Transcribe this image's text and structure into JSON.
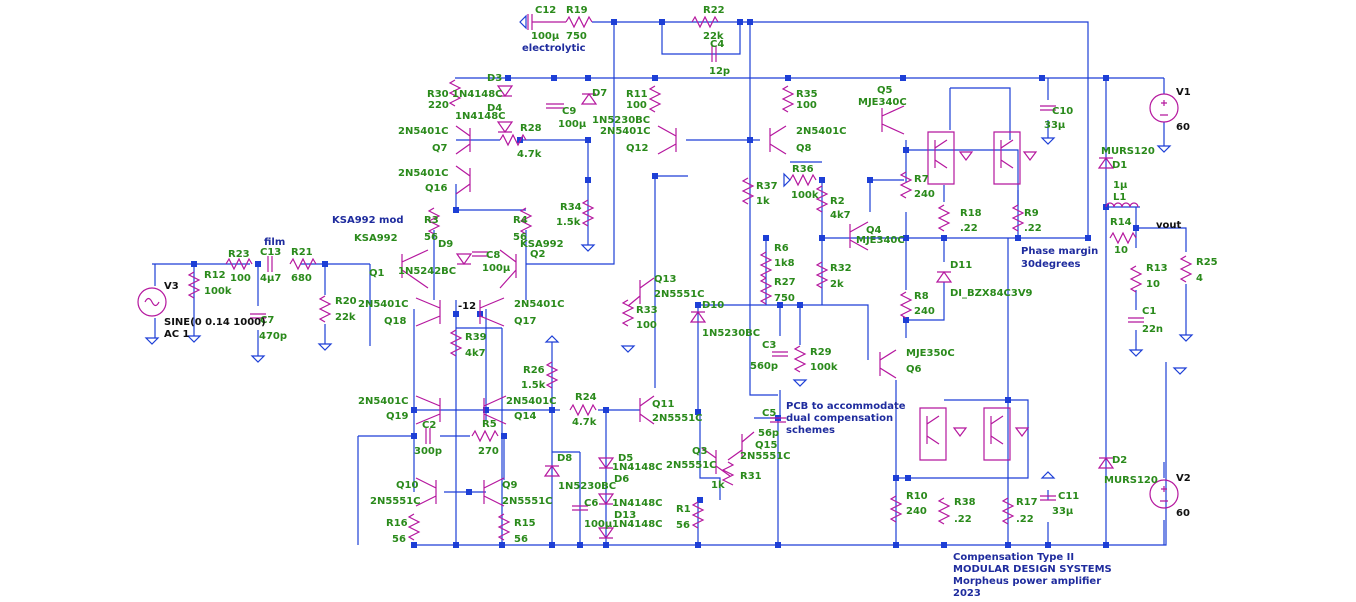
{
  "title_block": {
    "line1": "Compensation Type II",
    "line2": "MODULAR DESIGN SYSTEMS",
    "line3": "Morpheus power amplifier",
    "line4": "2023"
  },
  "notes": {
    "electrolytic": "electrolytic",
    "film": "film",
    "ksa992_mod": "KSA992 mod",
    "pcb_1": "PCB to accommodate",
    "pcb_2": "dual compensation",
    "pcb_3": "schemes",
    "phase_1": "Phase margin",
    "phase_2": "30degrees",
    "vout": "vout",
    "node_12": "-12"
  },
  "sources": {
    "v3_name": "V3",
    "v3_val1": "SINE(0 0.14 1000)",
    "v3_val2": "AC 1",
    "v1_name": "V1",
    "v1_val": "60",
    "v2_name": "V2",
    "v2_val": "60"
  },
  "labels": [
    {
      "id": "c12n",
      "text": "C12"
    },
    {
      "id": "c12v",
      "text": "100µ"
    },
    {
      "id": "r19n",
      "text": "R19"
    },
    {
      "id": "r19v",
      "text": "750"
    },
    {
      "id": "r22n",
      "text": "R22"
    },
    {
      "id": "r22v",
      "text": "22k"
    },
    {
      "id": "c4n",
      "text": "C4"
    },
    {
      "id": "c4v",
      "text": "12p"
    },
    {
      "id": "d3",
      "text": "D3"
    },
    {
      "id": "r30n",
      "text": "R30"
    },
    {
      "id": "d3v",
      "text": "1N4148C"
    },
    {
      "id": "r30v",
      "text": "220"
    },
    {
      "id": "d4",
      "text": "D4"
    },
    {
      "id": "d4v",
      "text": "1N4148C"
    },
    {
      "id": "c9n",
      "text": "C9"
    },
    {
      "id": "c9v",
      "text": "100µ"
    },
    {
      "id": "d7n",
      "text": "D7"
    },
    {
      "id": "d7v",
      "text": "1N5230BC"
    },
    {
      "id": "r11n",
      "text": "R11"
    },
    {
      "id": "r11v",
      "text": "100"
    },
    {
      "id": "q12t",
      "text": "2N5401C"
    },
    {
      "id": "q12",
      "text": "Q12"
    },
    {
      "id": "r35n",
      "text": "R35"
    },
    {
      "id": "r35v",
      "text": "100"
    },
    {
      "id": "q8t",
      "text": "2N5401C"
    },
    {
      "id": "q8",
      "text": "Q8"
    },
    {
      "id": "q5",
      "text": "Q5"
    },
    {
      "id": "q5t",
      "text": "MJE340C"
    },
    {
      "id": "c10n",
      "text": "C10"
    },
    {
      "id": "c10v",
      "text": "33µ"
    },
    {
      "id": "r28n",
      "text": "R28"
    },
    {
      "id": "r28v",
      "text": "4.7k"
    },
    {
      "id": "q7t",
      "text": "2N5401C"
    },
    {
      "id": "q7",
      "text": "Q7"
    },
    {
      "id": "q16t",
      "text": "2N5401C"
    },
    {
      "id": "q16",
      "text": "Q16"
    },
    {
      "id": "r36n",
      "text": "R36"
    },
    {
      "id": "r36v",
      "text": "100k"
    },
    {
      "id": "r37n",
      "text": "R37"
    },
    {
      "id": "r37v",
      "text": "1k"
    },
    {
      "id": "r2n",
      "text": "R2"
    },
    {
      "id": "r2v",
      "text": "4k7"
    },
    {
      "id": "r7n",
      "text": "R7"
    },
    {
      "id": "r7v",
      "text": "240"
    },
    {
      "id": "d1t",
      "text": "MURS120"
    },
    {
      "id": "d1n",
      "text": "D1"
    },
    {
      "id": "l1v",
      "text": "1µ"
    },
    {
      "id": "l1n",
      "text": "L1"
    },
    {
      "id": "r34n",
      "text": "R34"
    },
    {
      "id": "r34v",
      "text": "1.5k"
    },
    {
      "id": "r3n",
      "text": "R3"
    },
    {
      "id": "r3v",
      "text": "56"
    },
    {
      "id": "r4n",
      "text": "R4"
    },
    {
      "id": "r4v",
      "text": "56"
    },
    {
      "id": "ksa1",
      "text": "KSA992"
    },
    {
      "id": "ksa2",
      "text": "KSA992"
    },
    {
      "id": "r18n",
      "text": "R18"
    },
    {
      "id": "r18v",
      "text": ".22"
    },
    {
      "id": "r9n",
      "text": "R9"
    },
    {
      "id": "r9v",
      "text": ".22"
    },
    {
      "id": "r14n",
      "text": "R14"
    },
    {
      "id": "r14v",
      "text": "10"
    },
    {
      "id": "q4",
      "text": "Q4"
    },
    {
      "id": "q4t",
      "text": "MJE340C"
    },
    {
      "id": "d9",
      "text": "D9"
    },
    {
      "id": "c8n",
      "text": "C8"
    },
    {
      "id": "c8v",
      "text": "100µ"
    },
    {
      "id": "r6n",
      "text": "R6"
    },
    {
      "id": "r6v",
      "text": "1k8"
    },
    {
      "id": "r23n",
      "text": "R23"
    },
    {
      "id": "r23v",
      "text": "100"
    },
    {
      "id": "c13n",
      "text": "C13"
    },
    {
      "id": "c13v",
      "text": "4µ7"
    },
    {
      "id": "r21n",
      "text": "R21"
    },
    {
      "id": "r21v",
      "text": "680"
    },
    {
      "id": "r12n",
      "text": "R12"
    },
    {
      "id": "r12v",
      "text": "100k"
    },
    {
      "id": "q1",
      "text": "Q1"
    },
    {
      "id": "d9v",
      "text": "1N5242BC"
    },
    {
      "id": "q2",
      "text": "Q2"
    },
    {
      "id": "q13",
      "text": "Q13"
    },
    {
      "id": "q13t",
      "text": "2N5551C"
    },
    {
      "id": "d11",
      "text": "D11"
    },
    {
      "id": "d11v",
      "text": "DI_BZX84C3V9"
    },
    {
      "id": "r13n",
      "text": "R13"
    },
    {
      "id": "r13v",
      "text": "10"
    },
    {
      "id": "r27n",
      "text": "R27"
    },
    {
      "id": "r27v",
      "text": "750"
    },
    {
      "id": "r32n",
      "text": "R32"
    },
    {
      "id": "r32v",
      "text": "2k"
    },
    {
      "id": "r20n",
      "text": "R20"
    },
    {
      "id": "r20v",
      "text": "22k"
    },
    {
      "id": "q18t",
      "text": "2N5401C"
    },
    {
      "id": "q18",
      "text": "Q18"
    },
    {
      "id": "q17t",
      "text": "2N5401C"
    },
    {
      "id": "q17",
      "text": "Q17"
    },
    {
      "id": "r33n",
      "text": "R33"
    },
    {
      "id": "r33v",
      "text": "100"
    },
    {
      "id": "d10",
      "text": "D10"
    },
    {
      "id": "d10v",
      "text": "1N5230BC"
    },
    {
      "id": "r8n",
      "text": "R8"
    },
    {
      "id": "r8v",
      "text": "240"
    },
    {
      "id": "c1n",
      "text": "C1"
    },
    {
      "id": "c1v",
      "text": "22n"
    },
    {
      "id": "c7n",
      "text": "C7"
    },
    {
      "id": "c7v",
      "text": "470p"
    },
    {
      "id": "r39n",
      "text": "R39"
    },
    {
      "id": "r39v",
      "text": "4k7"
    },
    {
      "id": "c3n",
      "text": "C3"
    },
    {
      "id": "c3v",
      "text": "560p"
    },
    {
      "id": "r29n",
      "text": "R29"
    },
    {
      "id": "r29v",
      "text": "100k"
    },
    {
      "id": "q6t",
      "text": "MJE350C"
    },
    {
      "id": "q6",
      "text": "Q6"
    },
    {
      "id": "r26n",
      "text": "R26"
    },
    {
      "id": "r26v",
      "text": "1.5k"
    },
    {
      "id": "q19t",
      "text": "2N5401C"
    },
    {
      "id": "q19",
      "text": "Q19"
    },
    {
      "id": "q14t",
      "text": "2N5401C"
    },
    {
      "id": "q14",
      "text": "Q14"
    },
    {
      "id": "r24n",
      "text": "R24"
    },
    {
      "id": "r24v",
      "text": "4.7k"
    },
    {
      "id": "q11",
      "text": "Q11"
    },
    {
      "id": "q11t",
      "text": "2N5551C"
    },
    {
      "id": "c5n",
      "text": "C5"
    },
    {
      "id": "c5v",
      "text": "56p"
    },
    {
      "id": "c2n",
      "text": "C2"
    },
    {
      "id": "c2v",
      "text": "300p"
    },
    {
      "id": "r5n",
      "text": "R5"
    },
    {
      "id": "r5v",
      "text": "270"
    },
    {
      "id": "q15",
      "text": "Q15"
    },
    {
      "id": "q15t",
      "text": "2N5551C"
    },
    {
      "id": "d5n",
      "text": "D5"
    },
    {
      "id": "d5v",
      "text": "1N4148C"
    },
    {
      "id": "d6n",
      "text": "D6"
    },
    {
      "id": "q3",
      "text": "Q3"
    },
    {
      "id": "q3t",
      "text": "2N5551C"
    },
    {
      "id": "d8n",
      "text": "D8"
    },
    {
      "id": "q10",
      "text": "Q10"
    },
    {
      "id": "q10t",
      "text": "2N5551C"
    },
    {
      "id": "q9",
      "text": "Q9"
    },
    {
      "id": "q9t",
      "text": "2N5551C"
    },
    {
      "id": "d8v",
      "text": "1N5230BC"
    },
    {
      "id": "d6v",
      "text": "1N4148C"
    },
    {
      "id": "r31v",
      "text": "1k"
    },
    {
      "id": "r31n",
      "text": "R31"
    },
    {
      "id": "c6n",
      "text": "C6"
    },
    {
      "id": "d13n",
      "text": "D13"
    },
    {
      "id": "r1n",
      "text": "R1"
    },
    {
      "id": "r16n",
      "text": "R16"
    },
    {
      "id": "r16v",
      "text": "56"
    },
    {
      "id": "r15n",
      "text": "R15"
    },
    {
      "id": "r15v",
      "text": "56"
    },
    {
      "id": "c6v",
      "text": "100µ"
    },
    {
      "id": "d13v",
      "text": "1N4148C"
    },
    {
      "id": "r1v",
      "text": "56"
    },
    {
      "id": "r10n",
      "text": "R10"
    },
    {
      "id": "r10v",
      "text": "240"
    },
    {
      "id": "r38n",
      "text": "R38"
    },
    {
      "id": "r38v",
      "text": ".22"
    },
    {
      "id": "r17n",
      "text": "R17"
    },
    {
      "id": "r17v",
      "text": ".22"
    },
    {
      "id": "c11n",
      "text": "C11"
    },
    {
      "id": "c11v",
      "text": "33µ"
    },
    {
      "id": "d2n",
      "text": "D2"
    },
    {
      "id": "d2t",
      "text": "MURS120"
    },
    {
      "id": "r25n",
      "text": "R25"
    },
    {
      "id": "r25v",
      "text": "4"
    }
  ]
}
